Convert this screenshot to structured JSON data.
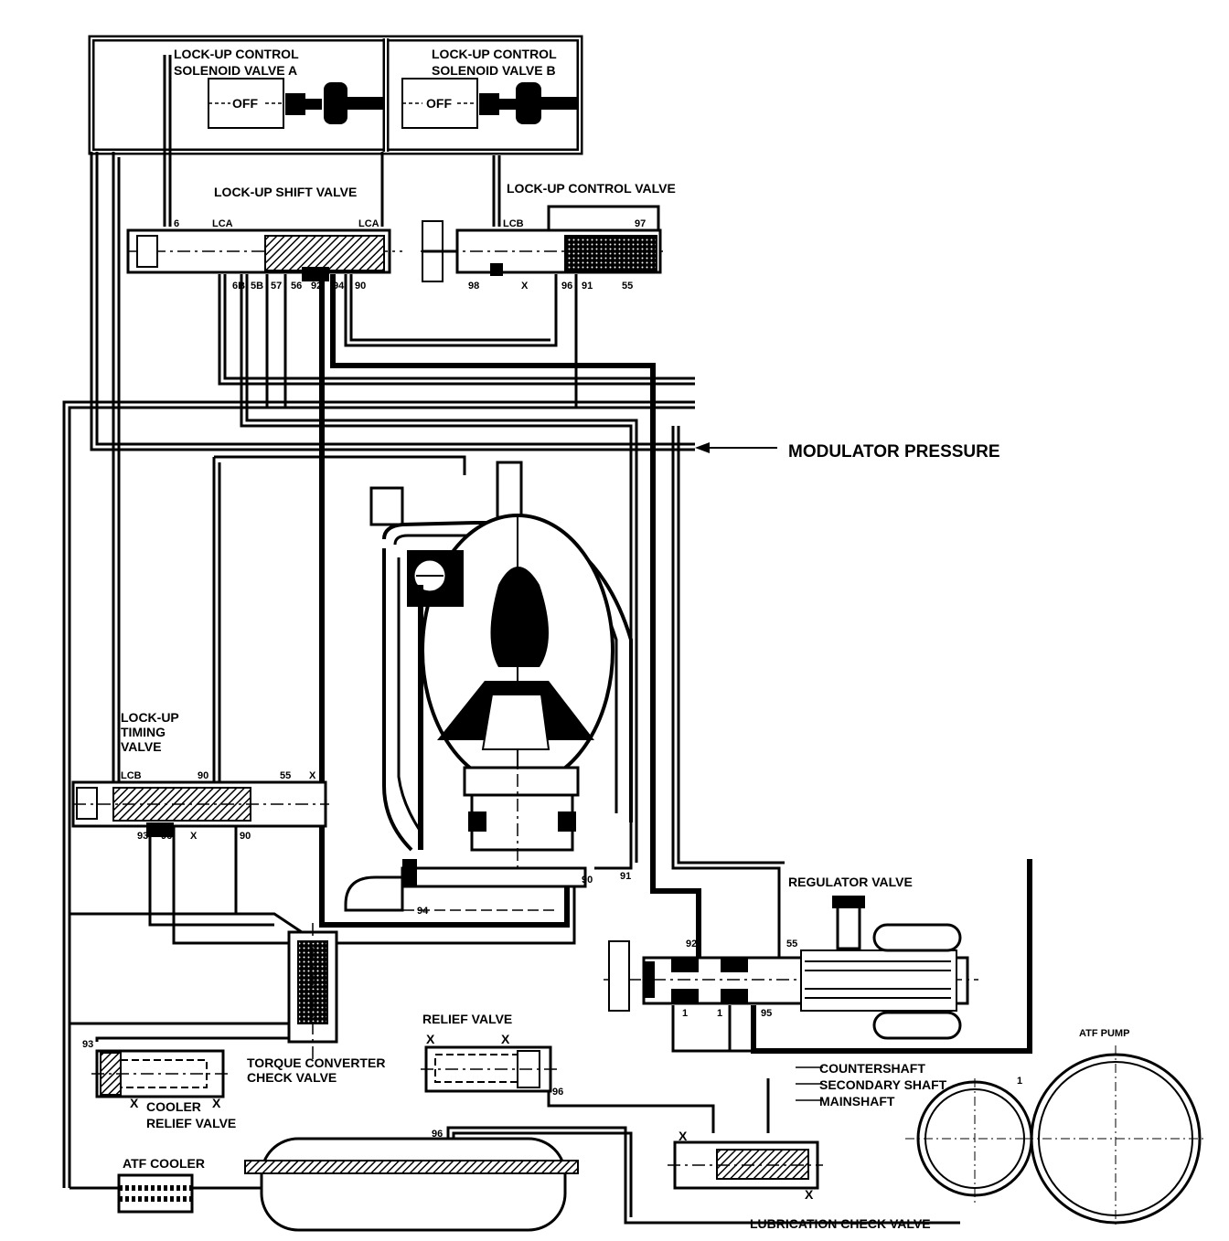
{
  "labels": {
    "solenoid_a": [
      "LOCK-UP CONTROL",
      "SOLENOID VALVE A"
    ],
    "solenoid_b": [
      "LOCK-UP CONTROL",
      "SOLENOID VALVE B"
    ],
    "off_a": "OFF",
    "off_b": "OFF",
    "shift_valve": "LOCK-UP SHIFT VALVE",
    "control_valve": "LOCK-UP CONTROL VALVE",
    "modulator": "MODULATOR PRESSURE",
    "timing_valve": [
      "LOCK-UP",
      "TIMING",
      "VALVE"
    ],
    "regulator": "REGULATOR VALVE",
    "relief_valve": "RELIEF VALVE",
    "tc_check": [
      "TORQUE CONVERTER",
      "CHECK VALVE"
    ],
    "cooler_relief": [
      "COOLER",
      "RELIEF VALVE"
    ],
    "atf_cooler": "ATF COOLER",
    "countershaft": "COUNTERSHAFT",
    "secondary_shaft": "SECONDARY SHAFT",
    "mainshaft": "MAINSHAFT",
    "lube_check": "LUBRICATION CHECK VALVE",
    "atf_pump": "ATF PUMP"
  },
  "ports": {
    "shift_top_1": "6",
    "shift_top_2": "LCA",
    "shift_top_3": "LCA",
    "shift_bot": [
      "6B",
      "5B",
      "57",
      "56",
      "92",
      "94",
      "90"
    ],
    "ctrl_top_1": "LCB",
    "ctrl_top_2": "97",
    "ctrl_bot": [
      "98",
      "X",
      "96",
      "91",
      "55"
    ],
    "timing_top": [
      "LCB",
      "90",
      "55",
      "X"
    ],
    "timing_bot": [
      "93",
      "96",
      "X",
      "90"
    ],
    "conv_right": [
      "90",
      "91",
      "94"
    ],
    "reg_top": [
      "92",
      "55"
    ],
    "reg_bot": [
      "1",
      "1",
      "95"
    ],
    "relief_x": [
      "X",
      "X",
      "96"
    ],
    "tc_port": "93",
    "cooler_x": [
      "X",
      "X"
    ],
    "lube_x": [
      "X",
      "X"
    ],
    "lube_port": "96",
    "pump_port": "1"
  }
}
